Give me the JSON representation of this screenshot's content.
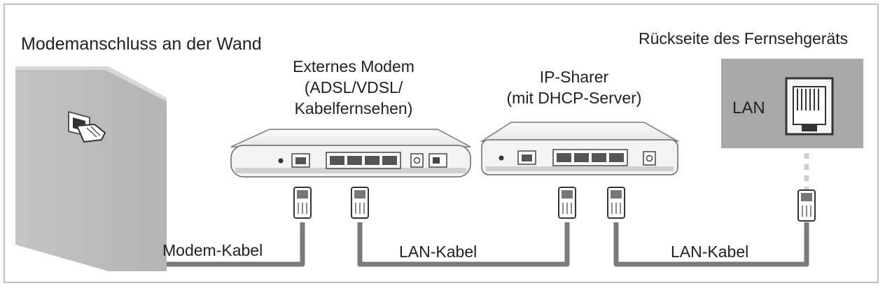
{
  "labels": {
    "wall": "Modemanschluss an der Wand",
    "modem_line1": "Externes Modem",
    "modem_line2": "(ADSL/VDSL/",
    "modem_line3": "Kabelfernsehen)",
    "sharer_line1": "IP-Sharer",
    "sharer_line2": "(mit DHCP-Server)",
    "tv_rear": "Rückseite des Fernsehgeräts",
    "tv_port": "LAN",
    "cable_modem": "Modem-Kabel",
    "cable_lan_1": "LAN-Kabel",
    "cable_lan_2": "LAN-Kabel"
  },
  "colors": {
    "cable": "#7a7a7a",
    "device_light": "#f2f2f2",
    "device_dark": "#666666",
    "tv_panel": "#a8a8a8",
    "frame": "#bfbfbf"
  }
}
